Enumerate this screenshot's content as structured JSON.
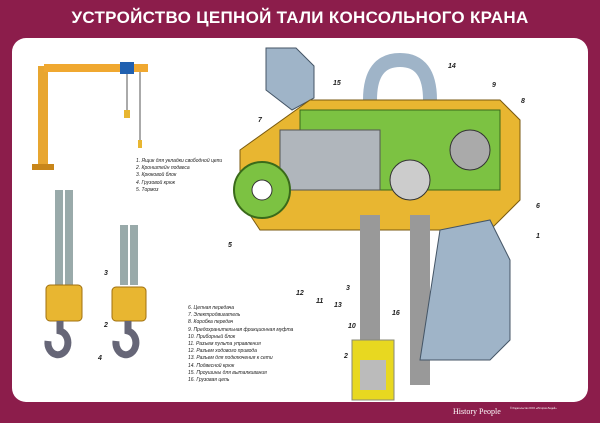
{
  "title": "УСТРОЙСТВО ЦЕПНОЙ ТАЛИ КОНСОЛЬНОГО КРАНА",
  "legend_top": [
    "1. Ящик для укладки свободной цепи",
    "2. Кронштейн подвеса",
    "3. Крюковой блок",
    "4. Грузовой крюк",
    "5. Тормоз"
  ],
  "legend_bottom": [
    "6. Цепная передача",
    "7. Электродвигатель",
    "8. Коробка передач",
    "9. Предохранительная фрикционная муфта",
    "10. Приборный блок",
    "11. Разъем пульта управления",
    "12. Разъем ходового привода",
    "13. Разъем для подключения к сети",
    "14. Подвесной крюк",
    "15. Проушины для выталкивания",
    "16. Грузовая цепь"
  ],
  "callouts": {
    "n1": "1",
    "n2": "2",
    "n3": "3",
    "n4": "4",
    "n5": "5",
    "n6": "6",
    "n7": "7",
    "n8": "8",
    "n9": "9",
    "n10": "10",
    "n11": "11",
    "n12": "12",
    "n13": "13",
    "n14": "14",
    "n15": "15",
    "n16": "16",
    "hook3": "3",
    "hook2": "2",
    "hook4": "4"
  },
  "footer": {
    "brand": "History People",
    "info": "© Издательство ООО «История Людей»"
  },
  "colors": {
    "background": "#8c1d4b",
    "housing": "#e8b631",
    "green": "#7cc242",
    "blue_grey": "#9fb4c8"
  }
}
